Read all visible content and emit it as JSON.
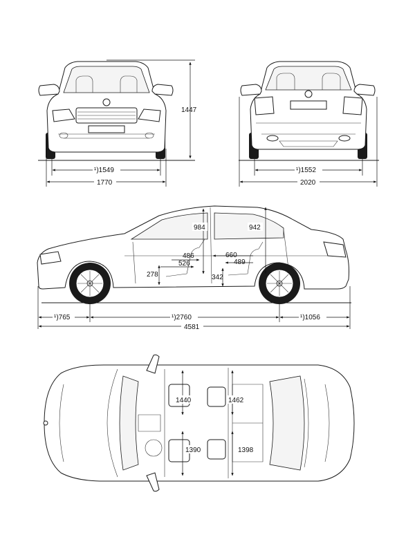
{
  "front_view": {
    "height": "1447",
    "track_front": "¹)1549",
    "width": "1770"
  },
  "rear_view": {
    "track_rear": "¹)1552",
    "width_mirrors": "2020"
  },
  "side_view": {
    "headroom_front": "984",
    "headroom_rear": "942",
    "dim_486": "486",
    "dim_526": "526",
    "dim_660": "660",
    "dim_489": "489",
    "dim_278": "278",
    "dim_342": "342",
    "overhang_front": "¹)765",
    "wheelbase": "¹)2760",
    "overhang_rear": "¹)1056",
    "length": "4581"
  },
  "top_view": {
    "shoulder_front": "1440",
    "shoulder_rear": "1462",
    "elbow_front": "1390",
    "elbow_rear": "1398"
  }
}
